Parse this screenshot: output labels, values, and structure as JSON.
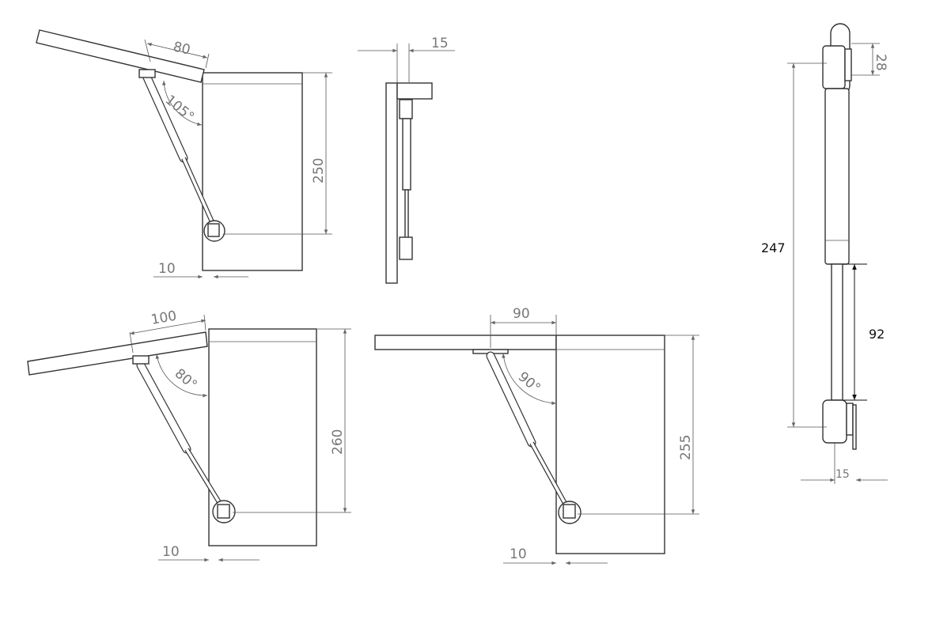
{
  "views": {
    "lid_105": {
      "lid_offset": "80",
      "angle": "105°",
      "height": "250",
      "side_offset": "10"
    },
    "side_view": {
      "offset": "15"
    },
    "lid_80": {
      "lid_offset": "100",
      "angle": "80°",
      "height": "260",
      "side_offset": "10"
    },
    "lid_90": {
      "lid_offset": "90",
      "angle": "90°",
      "height": "255",
      "side_offset": "10"
    },
    "strut_detail": {
      "bracket": "28",
      "length": "247",
      "stroke": "92",
      "offset": "15"
    }
  }
}
